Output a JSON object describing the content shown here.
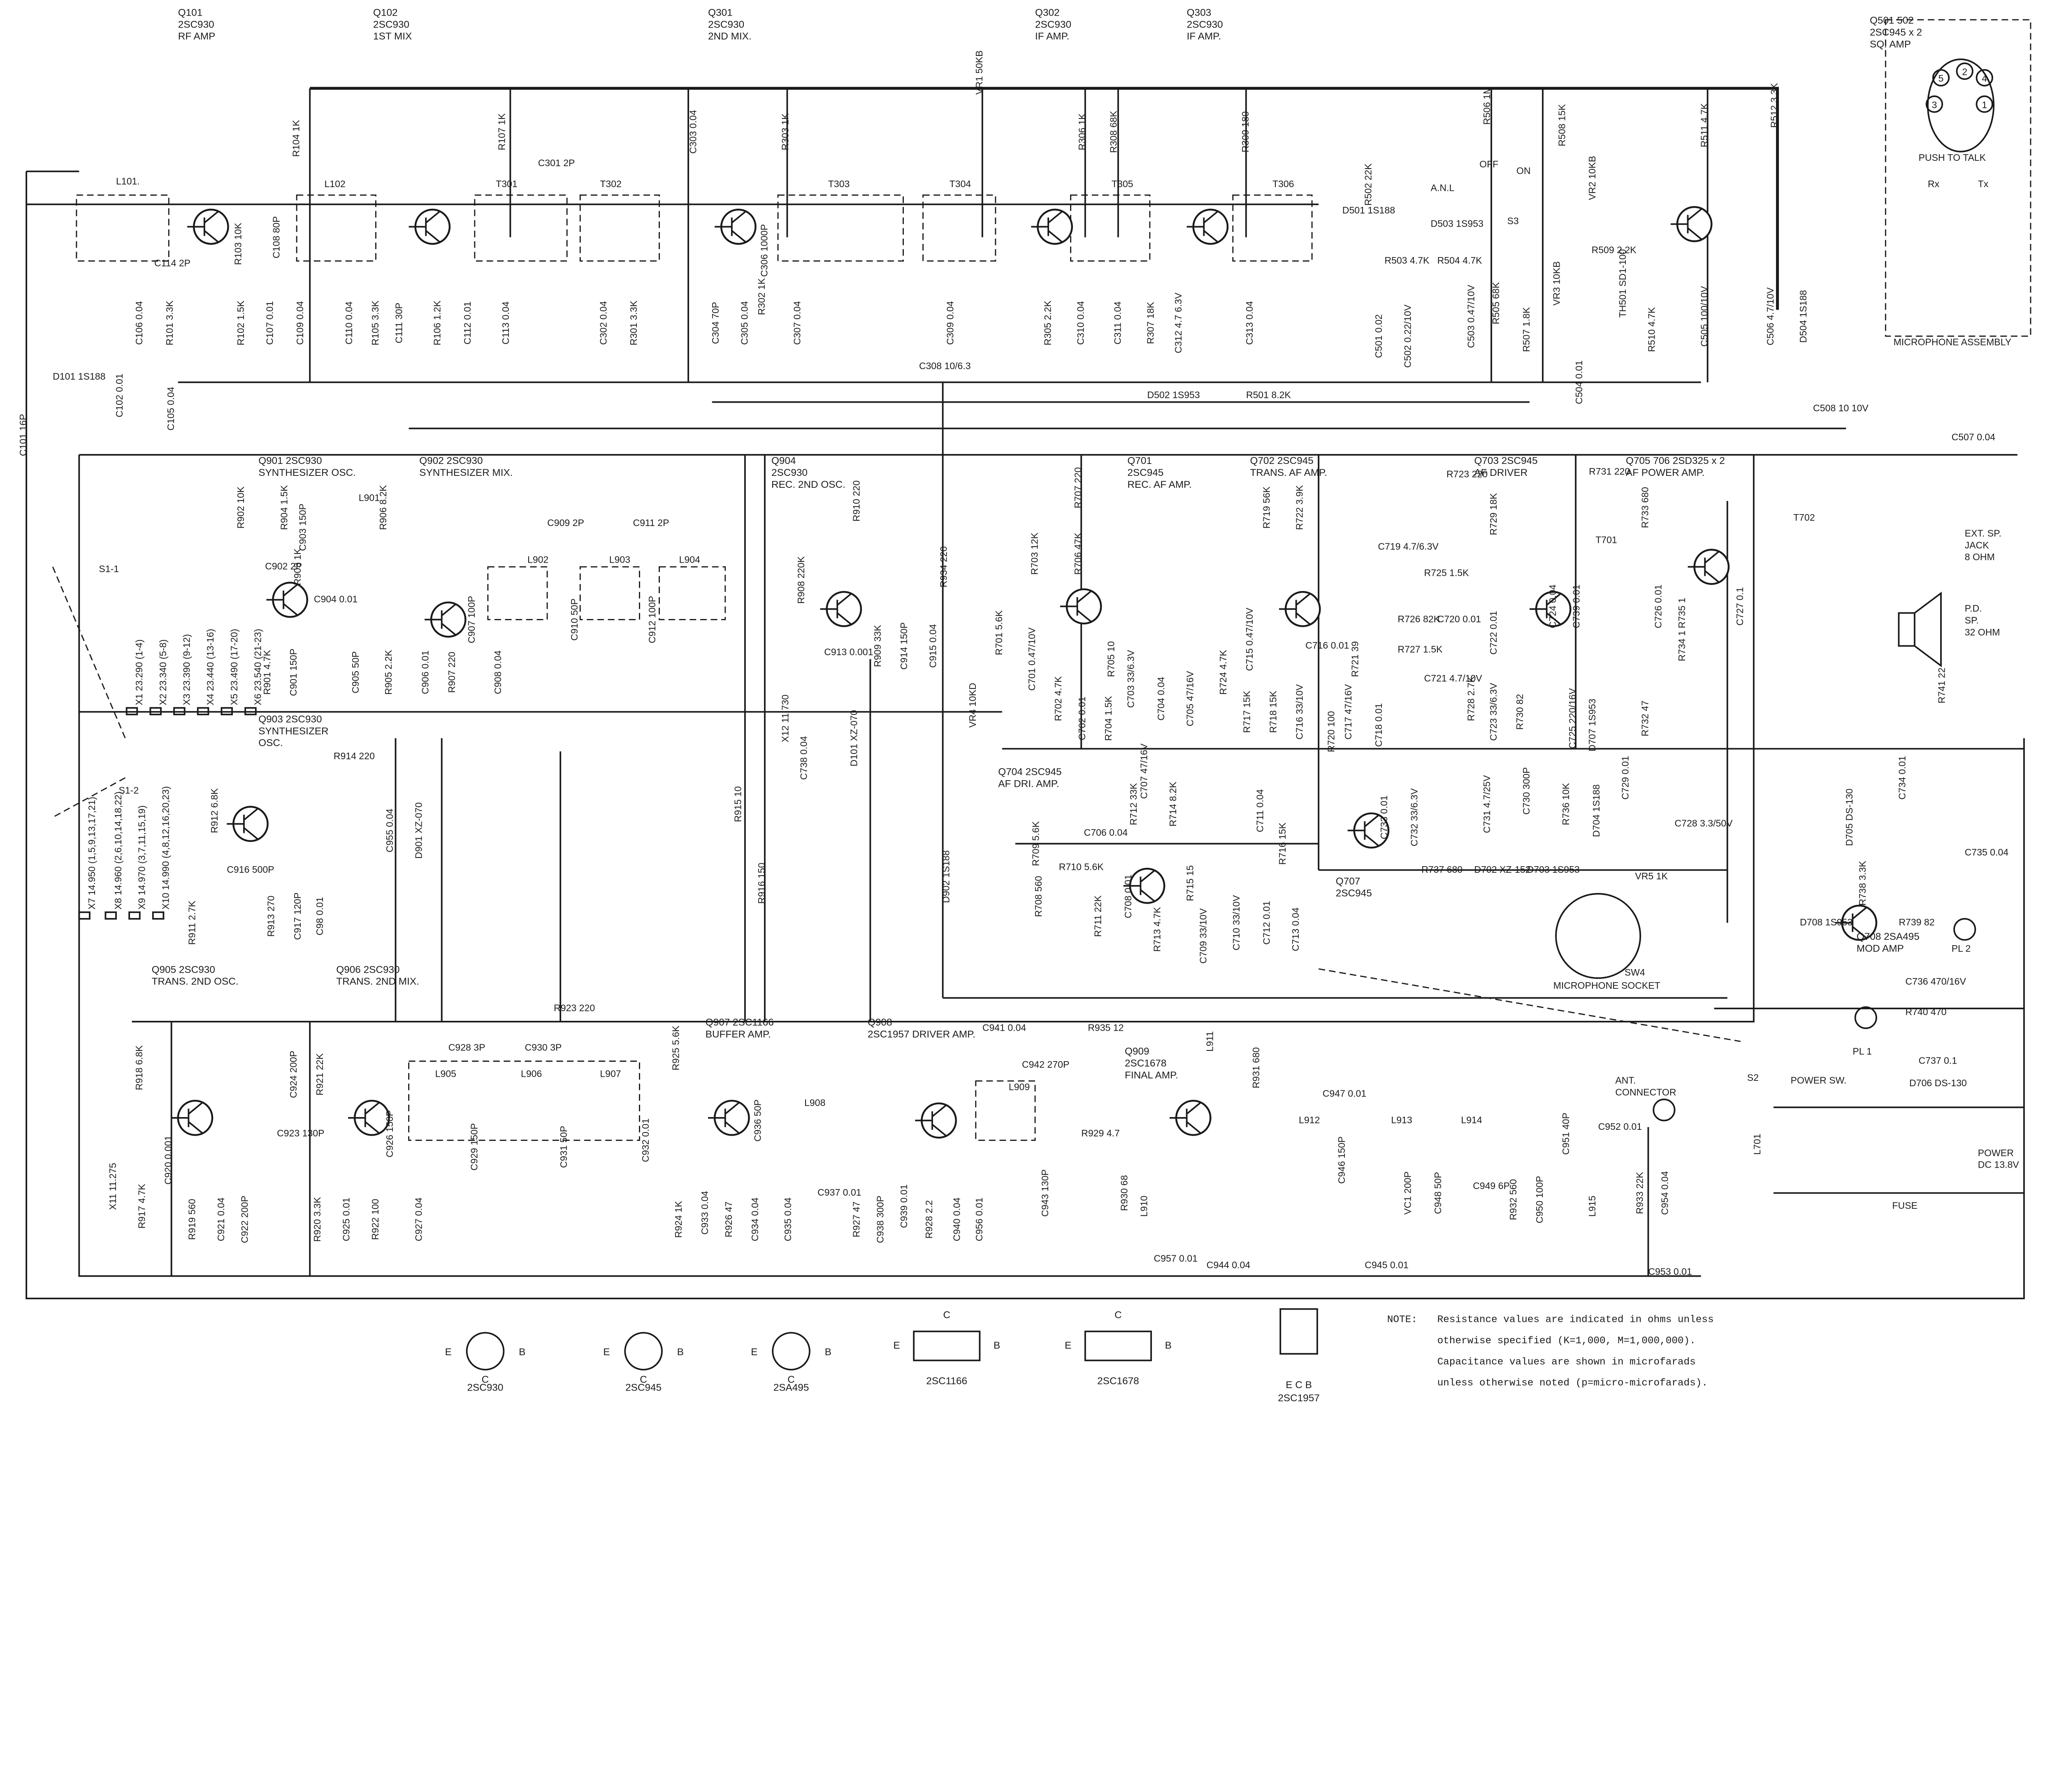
{
  "transistors": [
    {
      "ref": "Q101",
      "type": "2SC930",
      "func": "RF AMP"
    },
    {
      "ref": "Q102",
      "type": "2SC930",
      "func": "1ST MIX"
    },
    {
      "ref": "Q301",
      "type": "2SC930",
      "func": "2ND MIX."
    },
    {
      "ref": "Q302",
      "type": "2SC930",
      "func": "IF AMP."
    },
    {
      "ref": "Q303",
      "type": "2SC930",
      "func": "IF AMP."
    },
    {
      "ref": "Q501 502",
      "type": "2SC945 x 2",
      "func": "SQ. AMP"
    },
    {
      "ref": "Q901 2SC930",
      "type": "SYNTHESIZER OSC.",
      "func": ""
    },
    {
      "ref": "Q902 2SC930",
      "type": "SYNTHESIZER MIX.",
      "func": ""
    },
    {
      "ref": "Q904",
      "type": "2SC930",
      "func": "REC. 2ND OSC."
    },
    {
      "ref": "Q701",
      "type": "2SC945",
      "func": "REC. AF AMP."
    },
    {
      "ref": "Q702 2SC945",
      "type": "TRANS. AF AMP.",
      "func": ""
    },
    {
      "ref": "Q703 2SC945",
      "type": "AF DRIVER",
      "func": ""
    },
    {
      "ref": "Q705 706 2SD325 x 2",
      "type": "AF POWER AMP.",
      "func": ""
    },
    {
      "ref": "Q903 2SC930",
      "type": "SYNTHESIZER",
      "func": "OSC."
    },
    {
      "ref": "Q704 2SC945",
      "type": "AF DRI. AMP.",
      "func": ""
    },
    {
      "ref": "Q707",
      "type": "2SC945",
      "func": ""
    },
    {
      "ref": "Q708 2SA495",
      "type": "MOD AMP",
      "func": ""
    },
    {
      "ref": "Q905 2SC930",
      "type": "TRANS. 2ND OSC.",
      "func": ""
    },
    {
      "ref": "Q906 2SC930",
      "type": "TRANS. 2ND MIX.",
      "func": ""
    },
    {
      "ref": "Q907 2SC1166",
      "type": "BUFFER AMP.",
      "func": ""
    },
    {
      "ref": "Q908",
      "type": "2SC1957 DRIVER AMP.",
      "func": ""
    },
    {
      "ref": "Q909",
      "type": "2SC1678",
      "func": "FINAL AMP."
    }
  ],
  "components": [
    "L101.",
    "C114 2P",
    "C106 0.04",
    "R101 3.3K",
    "C102 0.01",
    "D101 1S188",
    "C101 16P",
    "C105 0.04",
    "R104 1K",
    "R103 10K",
    "C108 80P",
    "R102 1.5K",
    "C107 0.01",
    "C109 0.04",
    "L102",
    "C110 0.04",
    "R105 3.3K",
    "C111 30P",
    "R107 1K",
    "C301 2P",
    "T301",
    "T302",
    "R106 1.2K",
    "C112 0.01",
    "C113 0.04",
    "C302 0.04",
    "R301 3.3K",
    "C303 0.04",
    "R303 1K",
    "T303",
    "T304",
    "VR1 50KB",
    "C304 70P",
    "C305 0.04",
    "R302 1K",
    "C306 1000P",
    "C307 0.04",
    "C308 10/6.3",
    "C309 0.04",
    "R306 1K",
    "R308 68K",
    "T305",
    "R305 2.2K",
    "C310 0.04",
    "C311 0.04",
    "R307 18K",
    "C312 4.7 6.3V",
    "R309 180",
    "T306",
    "C313 0.04",
    "D501 1S188",
    "R502 22K",
    "D503 1S953",
    "A.N.L",
    "R503 4.7K",
    "R504 4.7K",
    "R506 1M",
    "OFF",
    "ON",
    "S3",
    "C501 0.02",
    "C502 0.22/10V",
    "C503 0.47/10V",
    "R505 68K",
    "D502 1S953",
    "R501 8.2K",
    "R508 15K",
    "VR2 10KB",
    "R509 2.2K",
    "R507 1.8K",
    "VR3 10KB",
    "C504 0.01",
    "TH501 SD1-100",
    "R510 4.7K",
    "R511 4.7K",
    "R512 3.3K",
    "C505 100/10V",
    "C506 4.7/10V",
    "D504 1S188",
    "PUSH TO TALK",
    "Rx",
    "Tx",
    "MICROPHONE ASSEMBLY",
    "C508 10 10V",
    "C507 0.04",
    "S1-1",
    "R902 10K",
    "R904 1.5K",
    "C903 150P",
    "C902 2P",
    "L901",
    "R906 8.2K",
    "C904 0.01",
    "R903 1K",
    "R901 4.7K",
    "C901 150P",
    "C905 50P",
    "R905 2.2K",
    "C906 0.01",
    "R907 220",
    "C907 100P",
    "C908 0.04",
    "C909 2P",
    "C911 2P",
    "L902",
    "L903",
    "L904",
    "C910 50P",
    "C912 100P",
    "R908 220K",
    "R910 220",
    "X12 11.730",
    "C913 0.001",
    "R909 33K",
    "C914 150P",
    "C915 0.04",
    "R934 220",
    "C738 0.04",
    "D101 XZ-070",
    "D902 1S188",
    "R915 10",
    "R916 150",
    "S1-2",
    "R914 220",
    "R912 6.8K",
    "C916 500P",
    "C955 0.04",
    "D901 XZ-070",
    "R911 2.7K",
    "R913 270",
    "C917 120P",
    "C98 0.01",
    "R707 220",
    "R706 47K",
    "R703 12K",
    "R701 5.6K",
    "C701 0.47/10V",
    "R702 4.7K",
    "VR4 10KD",
    "C702 0.01",
    "R704 1.5K",
    "R705 10",
    "C703 33/6.3V",
    "C704 0.04",
    "C705 47/16V",
    "R719 56K",
    "R722 3.9K",
    "C719 4.7/6.3V",
    "R725 1.5K",
    "R723 220",
    "R729 18K",
    "R731 220",
    "C715 0.47/10V",
    "C716 0.01",
    "R726 82K",
    "C720 0.01",
    "R727 1.5K",
    "C721 4.7/10V",
    "R721 39",
    "R724 4.7K",
    "R717 15K",
    "R718 15K",
    "C716 33/10V",
    "C717 47/16V",
    "R720 100",
    "C718 0.01",
    "R728 2.7K",
    "C722 0.01",
    "C723 33/6.3V",
    "R730 82",
    "C724 0.04",
    "C739 0.01",
    "T701",
    "C725 220/16V",
    "D707 1S953",
    "R732 47",
    "C726 0.01",
    "R733 680",
    "R735 1",
    "R734 1",
    "C727 0.1",
    "T702",
    "EXT. SP.",
    "JACK",
    "8 OHM",
    "P.D.",
    "SP.",
    "32 OHM",
    "R741 22",
    "C734 0.01",
    "C707 47/16V",
    "R714 8.2K",
    "R712 33K",
    "R709 5.6K",
    "C706 0.04",
    "R710 5.6K",
    "R708 560",
    "R711 22K",
    "C708 0.01",
    "R713 4.7K",
    "R715 15",
    "C709 33/10V",
    "C711 0.04",
    "C710 33/10V",
    "C712 0.01",
    "C713 0.04",
    "R716 15K",
    "C733 0.01",
    "C732 33/6.3V",
    "R737 680",
    "D702 XZ-152",
    "C731 4.7/25V",
    "D703 1S953",
    "C730 300P",
    "R736 10K",
    "D704 1S188",
    "C729 0.01",
    "C728 3.3/50V",
    "VR5 1K",
    "D705 DS-130",
    "R738 3.3K",
    "C735 0.04",
    "D708 1S953",
    "R739 82",
    "PL 2",
    "SW4",
    "MICROPHONE SOCKET",
    "C736 470/16V",
    "R740 470",
    "PL 1",
    "S2",
    "POWER SW.",
    "C737 0.1",
    "D706 DS-130",
    "L701",
    "FUSE",
    "POWER",
    "DC 13.8V",
    "R923 220",
    "R918 6.8K",
    "C924 200P",
    "R921 22K",
    "C928 3P",
    "C930 3P",
    "L905",
    "L906",
    "L907",
    "R925 5.6K",
    "C926 150P",
    "C929 150P",
    "C931 50P",
    "C932 0.01",
    "C920 0.001",
    "C923 130P",
    "R917 4.7K",
    "X11 11.275",
    "R919 560",
    "C921 0.04",
    "C922 200P",
    "R920 3.3K",
    "C925 0.01",
    "R922 100",
    "C927 0.04",
    "C936 50P",
    "L908",
    "C933 0.04",
    "R924 1K",
    "R926 47",
    "C934 0.04",
    "C935 0.04",
    "C937 0.01",
    "R927 47",
    "C938 300P",
    "C939 0.01",
    "R928 2.2",
    "C940 0.04",
    "C956 0.01",
    "C941 0.04",
    "R935 12",
    "C942 270P",
    "L909",
    "R929 4.7",
    "C943 130P",
    "R930 68",
    "L910",
    "C957 0.01",
    "C944 0.04",
    "L911",
    "R931 680",
    "C947 0.01",
    "L912",
    "L913",
    "L914",
    "C946 150P",
    "VC1 200P",
    "C948 50P",
    "C949 6P",
    "C945 0.01",
    "R932 560",
    "C950 100P",
    "C951 40P",
    "L915",
    "R933 22K",
    "C954 0.04",
    "C952 0.01",
    "ANT.",
    "CONNECTOR",
    "C953 0.01"
  ],
  "crystals": [
    "X1 23.290 (1-4)",
    "X2 23.340 (5-8)",
    "X3 23.390 (9-12)",
    "X4 23.440 (13-16)",
    "X5 23.490 (17-20)",
    "X6 23.540 (21-23)",
    "X7 14.950 (1,5,9,13,17,21)",
    "X8 14.960 (2,6,10,14,18,22)",
    "X9 14.970 (3,7,11,15,19)",
    "X10 14.990 (4,8,12,16,20,23)"
  ],
  "mic_pins": [
    "1",
    "2",
    "3",
    "4",
    "5"
  ],
  "packages": [
    {
      "name": "2SC930",
      "pins": [
        "E",
        "C",
        "B"
      ]
    },
    {
      "name": "2SC945",
      "pins": [
        "E",
        "C",
        "B"
      ]
    },
    {
      "name": "2SA495",
      "pins": [
        "E",
        "C",
        "B"
      ]
    },
    {
      "name": "2SC1166",
      "pins": [
        "E",
        "C",
        "B"
      ]
    },
    {
      "name": "2SC1678",
      "pins": [
        "E",
        "C",
        "B"
      ]
    },
    {
      "name": "2SC1957",
      "pins": [
        "E C B"
      ]
    }
  ],
  "note": {
    "label": "NOTE:",
    "lines": [
      "Resistance values are indicated in ohms unless",
      "otherwise specified (K=1,000, M=1,000,000).",
      "Capacitance values are shown in microfarads",
      "unless otherwise noted (p=micro-microfarads)."
    ]
  }
}
